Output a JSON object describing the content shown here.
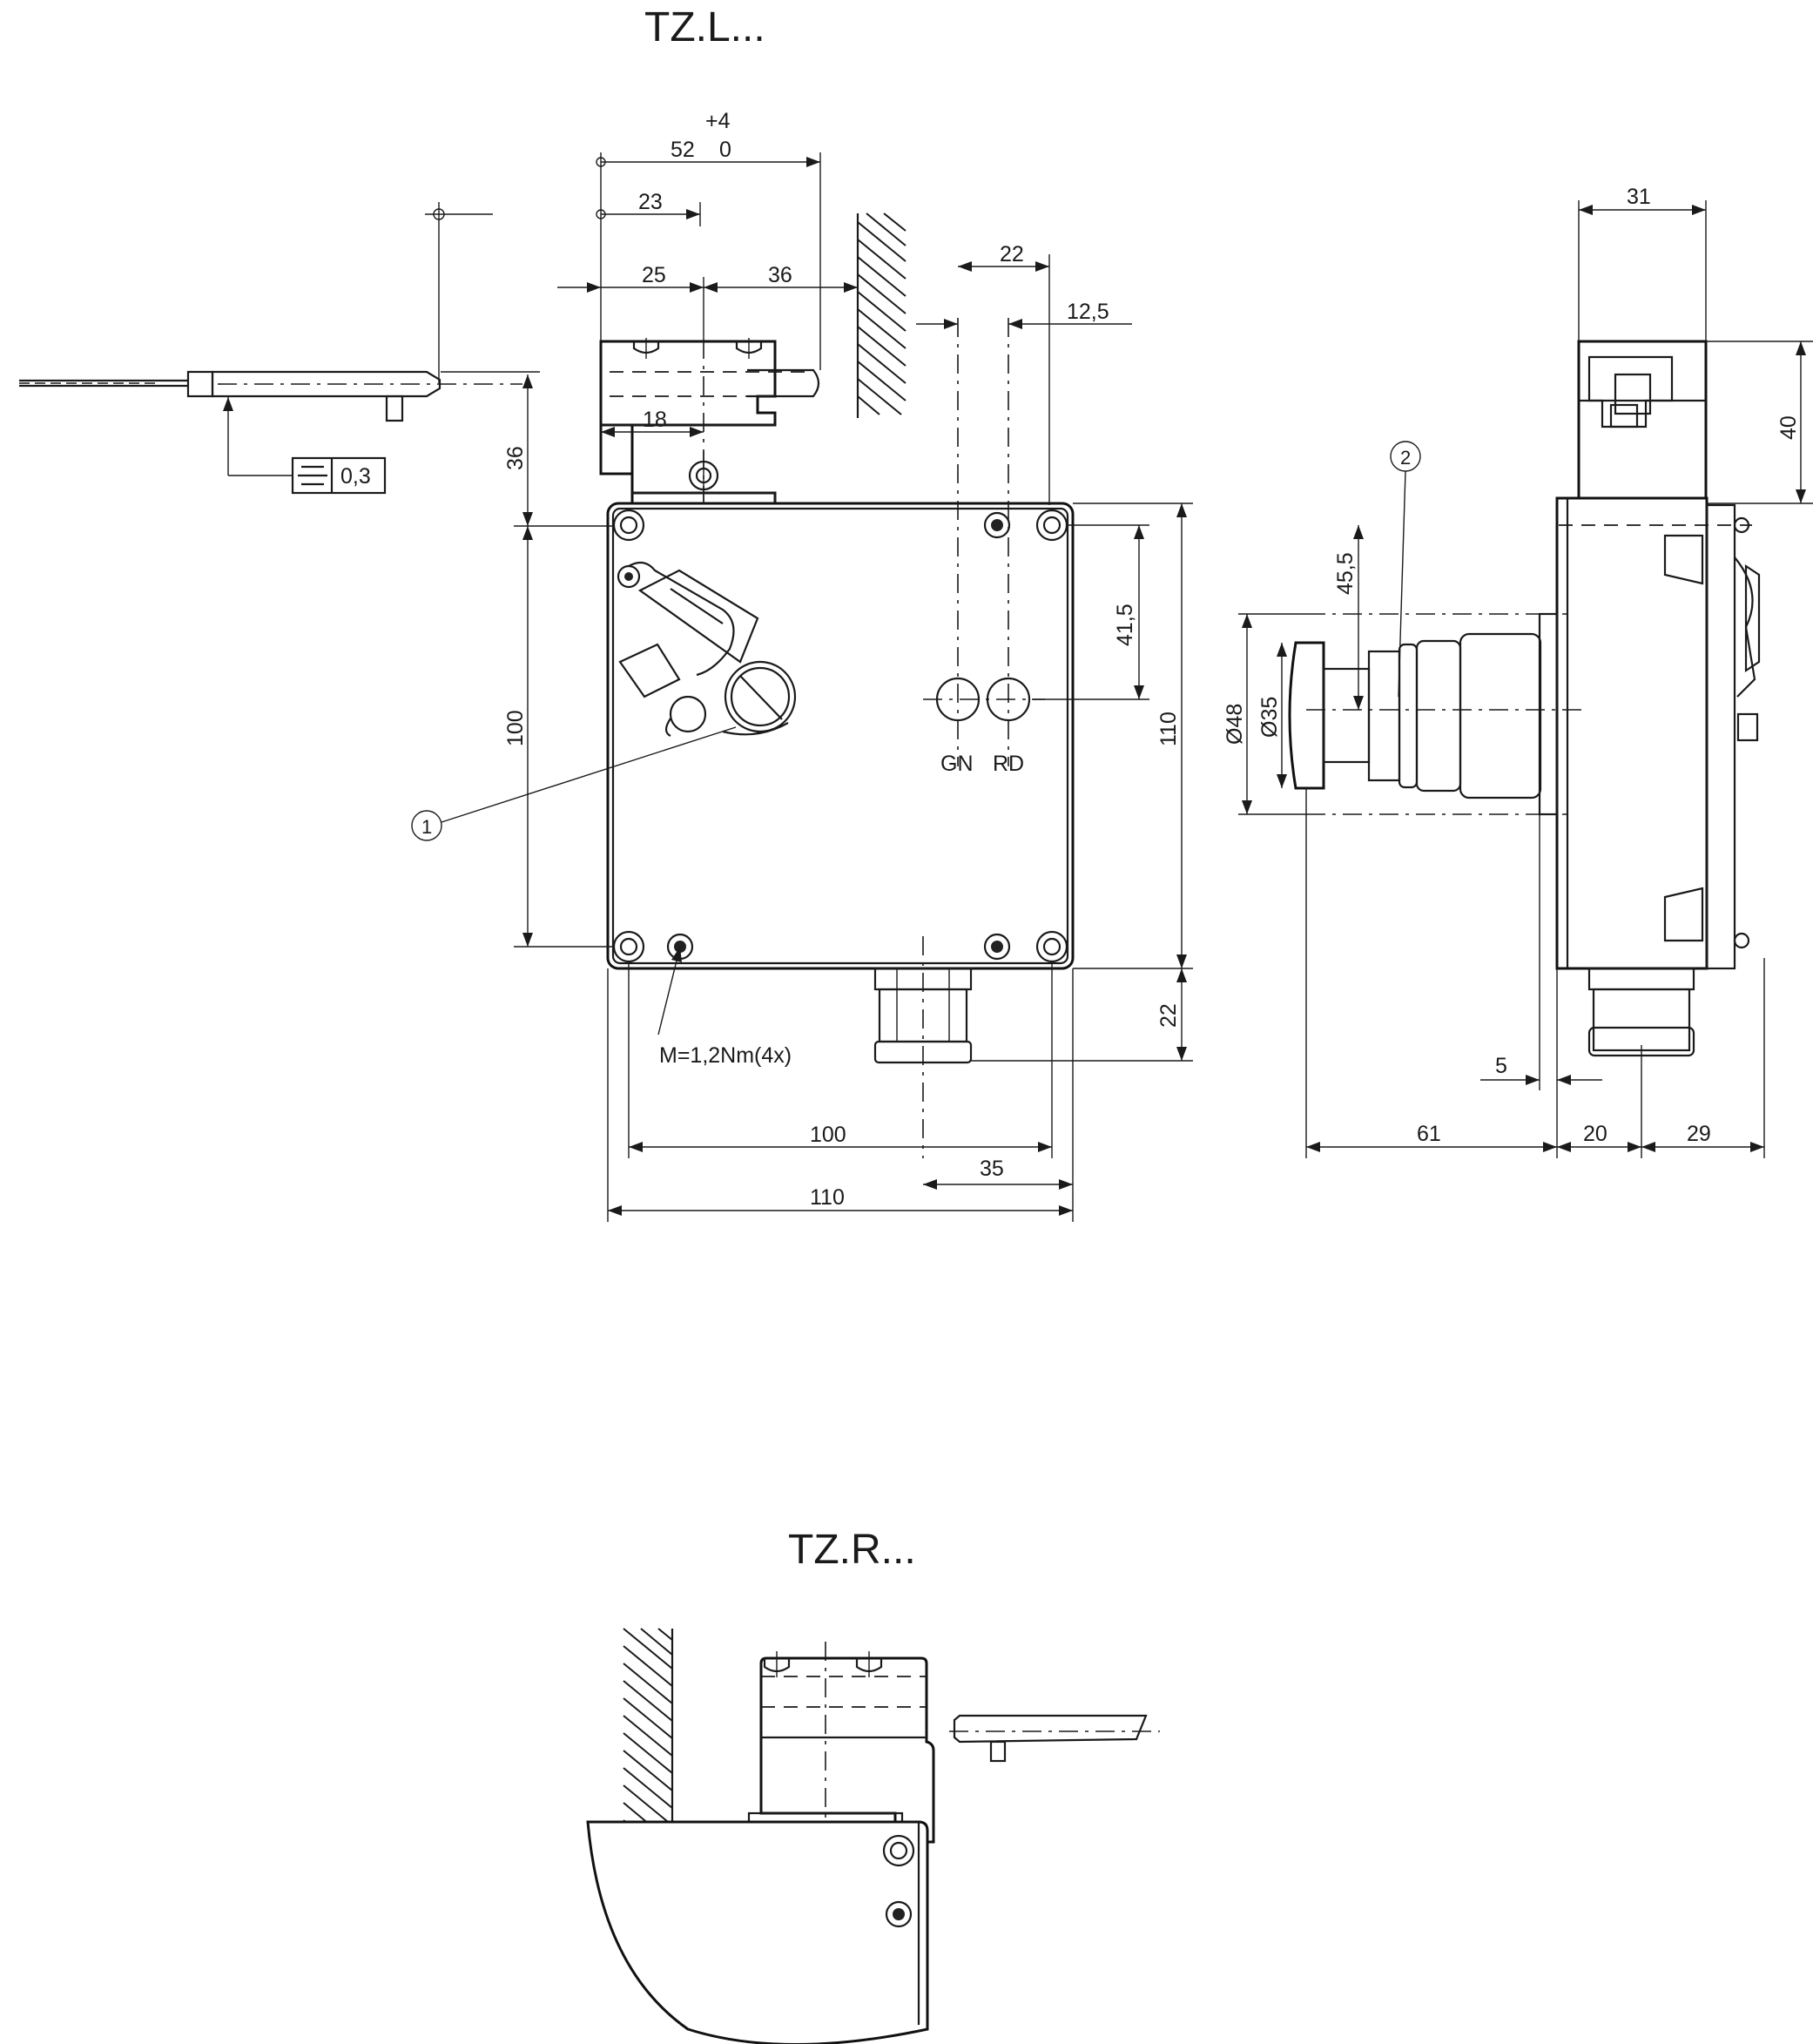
{
  "views": {
    "left_title": "TZ.L...",
    "right_title": "TZ.R..."
  },
  "dimensions": {
    "d52": "52",
    "tol_plus": "+4",
    "tol_zero": "0",
    "d23": "23",
    "d25": "25",
    "d36_top": "36",
    "d18": "18",
    "d22_top": "22",
    "d12_5": "12,5",
    "d36_left": "36",
    "d100_left": "100",
    "d41_5": "41,5",
    "d110_right": "110",
    "d22_right": "22",
    "d100_bottom": "100",
    "d35_bottom": "35",
    "d110_bottom": "110",
    "d31": "31",
    "d40": "40",
    "d45_5": "45,5",
    "dia48": "Ø48",
    "dia35": "Ø35",
    "d5": "5",
    "d61": "61",
    "d20": "20",
    "d29": "29"
  },
  "labels": {
    "gn": "GN",
    "rd": "RD",
    "torque": "M=1,2Nm(4x)",
    "flatness": "0,3",
    "callout1": "1",
    "callout2": "2"
  }
}
